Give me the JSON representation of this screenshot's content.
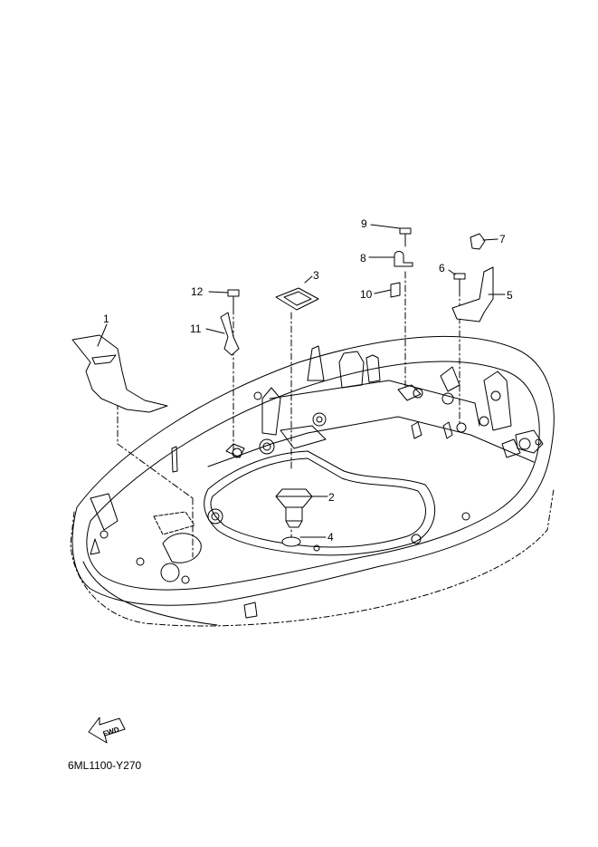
{
  "callouts": {
    "c1": "1",
    "c2": "2",
    "c3": "3",
    "c4": "4",
    "c5": "5",
    "c6": "6",
    "c7": "7",
    "c8": "8",
    "c9": "9",
    "c10": "10",
    "c11": "11",
    "c12": "12"
  },
  "fwd_label": "FWD",
  "diagram_code": "6ML1100-Y270"
}
